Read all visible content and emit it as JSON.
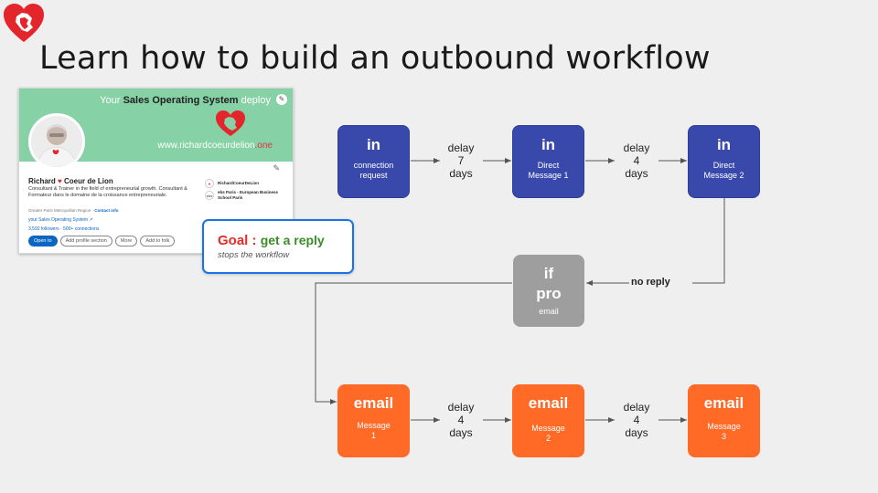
{
  "title": "Learn how to build an outbound workflow",
  "colors": {
    "blue_node": "#3949ab",
    "gray_node": "#9e9e9e",
    "orange_node": "#ff6a26",
    "goal_red": "#e52d27",
    "goal_green": "#3a8c27",
    "goal_border": "#1a73e8",
    "banner": "#86d1a6"
  },
  "icons": {
    "logo": "red-lion-heart-icon"
  },
  "profile": {
    "tagline_prefix": "Your ",
    "tagline_strong": "Sales Operating System",
    "tagline_suffix": " deploy",
    "url_main": "www.richardcoeurdelion",
    "url_tld": ".one",
    "name_first": "Richard",
    "name_last": "Coeur de Lion",
    "description": "Consultant & Trainer in the field of entrepreneurial growth. Consultant & Formateur dans le domaine de la croissance entrepreneuriale.",
    "location": "Greater Paris Metropolitan Region · ",
    "contact_info": "Contact info",
    "website": "your Sales Operating System ↗",
    "followers": "3,592 followers · 500+ connections",
    "buttons": [
      "Open to",
      "Add profile section",
      "More",
      "Add to folk"
    ],
    "orgs": [
      {
        "badge": "♥",
        "name": "RichardCoeurDeLion"
      },
      {
        "badge": "ebs",
        "name": "ebs Paris - European Business School Paris"
      }
    ]
  },
  "goal": {
    "word": "Goal",
    "colon": " : ",
    "text": "get a reply",
    "subtitle": "stops the workflow"
  },
  "workflow": {
    "row1": [
      {
        "heading": "in",
        "line1": "connection",
        "line2": "request"
      },
      {
        "heading": "in",
        "line1": "Direct",
        "line2": "Message 1"
      },
      {
        "heading": "in",
        "line1": "Direct",
        "line2": "Message 2"
      }
    ],
    "delays_row1": [
      {
        "l1": "delay",
        "l2": "7",
        "l3": "days"
      },
      {
        "l1": "delay",
        "l2": "4",
        "l3": "days"
      }
    ],
    "condition": {
      "heading1": "if",
      "heading2": "pro",
      "sub": "email"
    },
    "no_reply": "no reply",
    "row3": [
      {
        "heading": "email",
        "line1": "Message",
        "line2": "1"
      },
      {
        "heading": "email",
        "line1": "Message",
        "line2": "2"
      },
      {
        "heading": "email",
        "line1": "Message",
        "line2": "3"
      }
    ],
    "delays_row3": [
      {
        "l1": "delay",
        "l2": "4",
        "l3": "days"
      },
      {
        "l1": "delay",
        "l2": "4",
        "l3": "days"
      }
    ]
  }
}
